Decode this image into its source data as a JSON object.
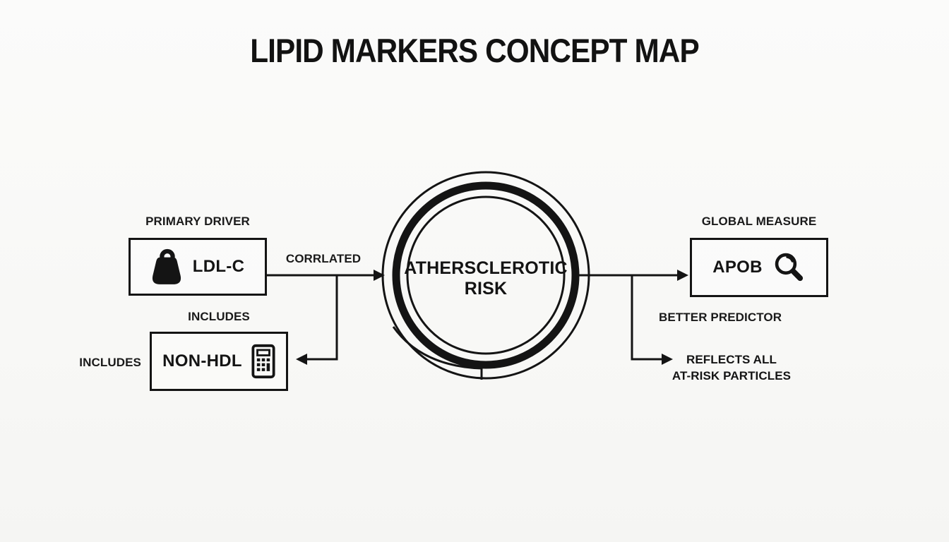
{
  "title": "LIPID MARKERS CONCEPT MAP",
  "colors": {
    "ink": "#141414",
    "background": "#f8f8f6"
  },
  "center_node": {
    "label_line1": "ATHERSCLEROTIC",
    "label_line2": "RISK"
  },
  "nodes": {
    "ldl_c": {
      "annotation": "PRIMARY DRIVER",
      "label": "LDL-C",
      "icon": "kettlebell-weight-icon"
    },
    "non_hdl": {
      "annotation_above": "INCLUDES",
      "annotation_left": "INCLUDES",
      "label": "NON-HDL",
      "icon": "calculator-icon"
    },
    "apob": {
      "annotation": "GLOBAL MEASURE",
      "label": "APOB",
      "icon": "magnifying-glass-icon"
    }
  },
  "edges": {
    "ldl_to_risk_label": "CORRLATED",
    "risk_to_apob_label": "BETTER PREDICTOR",
    "apob_note_line1": "REFLECTS ALL",
    "apob_note_line2": "AT-RISK PARTICLES"
  }
}
